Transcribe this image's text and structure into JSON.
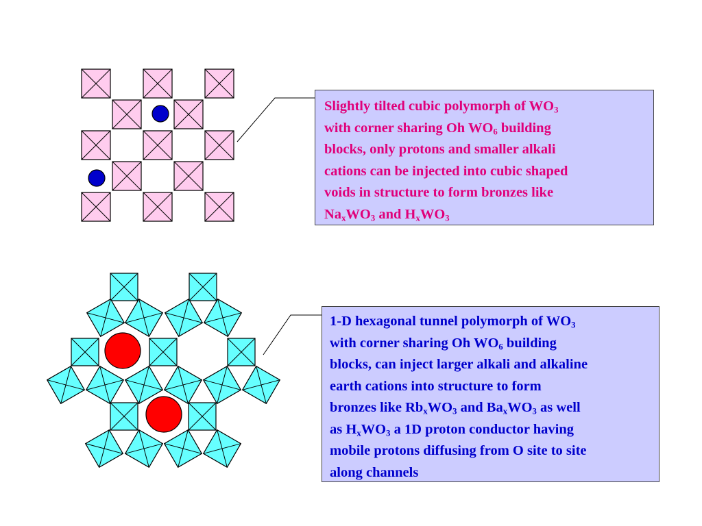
{
  "colors": {
    "cubic_octahedron_fill": "#ffccee",
    "hexagonal_octahedron_fill": "#66ffff",
    "small_cation": "#0000cc",
    "large_cation": "#ff0000",
    "top_text": "#e0007a",
    "bottom_text": "#0000cc",
    "callout_background": "#ccccff"
  },
  "top_callout": {
    "l1": "Slightly tilted cubic polymorph of WO",
    "l1_sub": "3",
    "l2a": "with corner sharing Oh WO",
    "l2_sub": "6",
    "l2b": " building",
    "l3": "blocks, only protons and smaller alkali",
    "l4": "cations can be injected into cubic shaped",
    "l5": "voids in structure to form bronzes like",
    "l6_na": "Na",
    "l6_x1": "x",
    "l6_wo": "WO",
    "l6_3a": "3",
    "l6_and": " and H",
    "l6_x2": "x",
    "l6_wo2": "WO",
    "l6_3b": "3"
  },
  "bottom_callout": {
    "l1": "1-D hexagonal tunnel polymorph of WO",
    "l1_sub": "3",
    "l2a": "with corner sharing Oh WO",
    "l2_sub": "6",
    "l2b": " building",
    "l3": "blocks, can inject larger alkali and alkaline",
    "l4": "earth cations into structure to form",
    "l5_a": "bronzes like Rb",
    "l5_x1": "x",
    "l5_b": "WO",
    "l5_3a": "3",
    "l5_c": " and Ba",
    "l5_x2": "x",
    "l5_d": "WO",
    "l5_3b": "3",
    "l5_e": " as well",
    "l6_a": "as H",
    "l6_x": "x",
    "l6_b": "WO",
    "l6_3": "3",
    "l6_c": " a 1D proton conductor having",
    "l7": "mobile protons diffusing from O site to site",
    "l8": "along channels"
  }
}
